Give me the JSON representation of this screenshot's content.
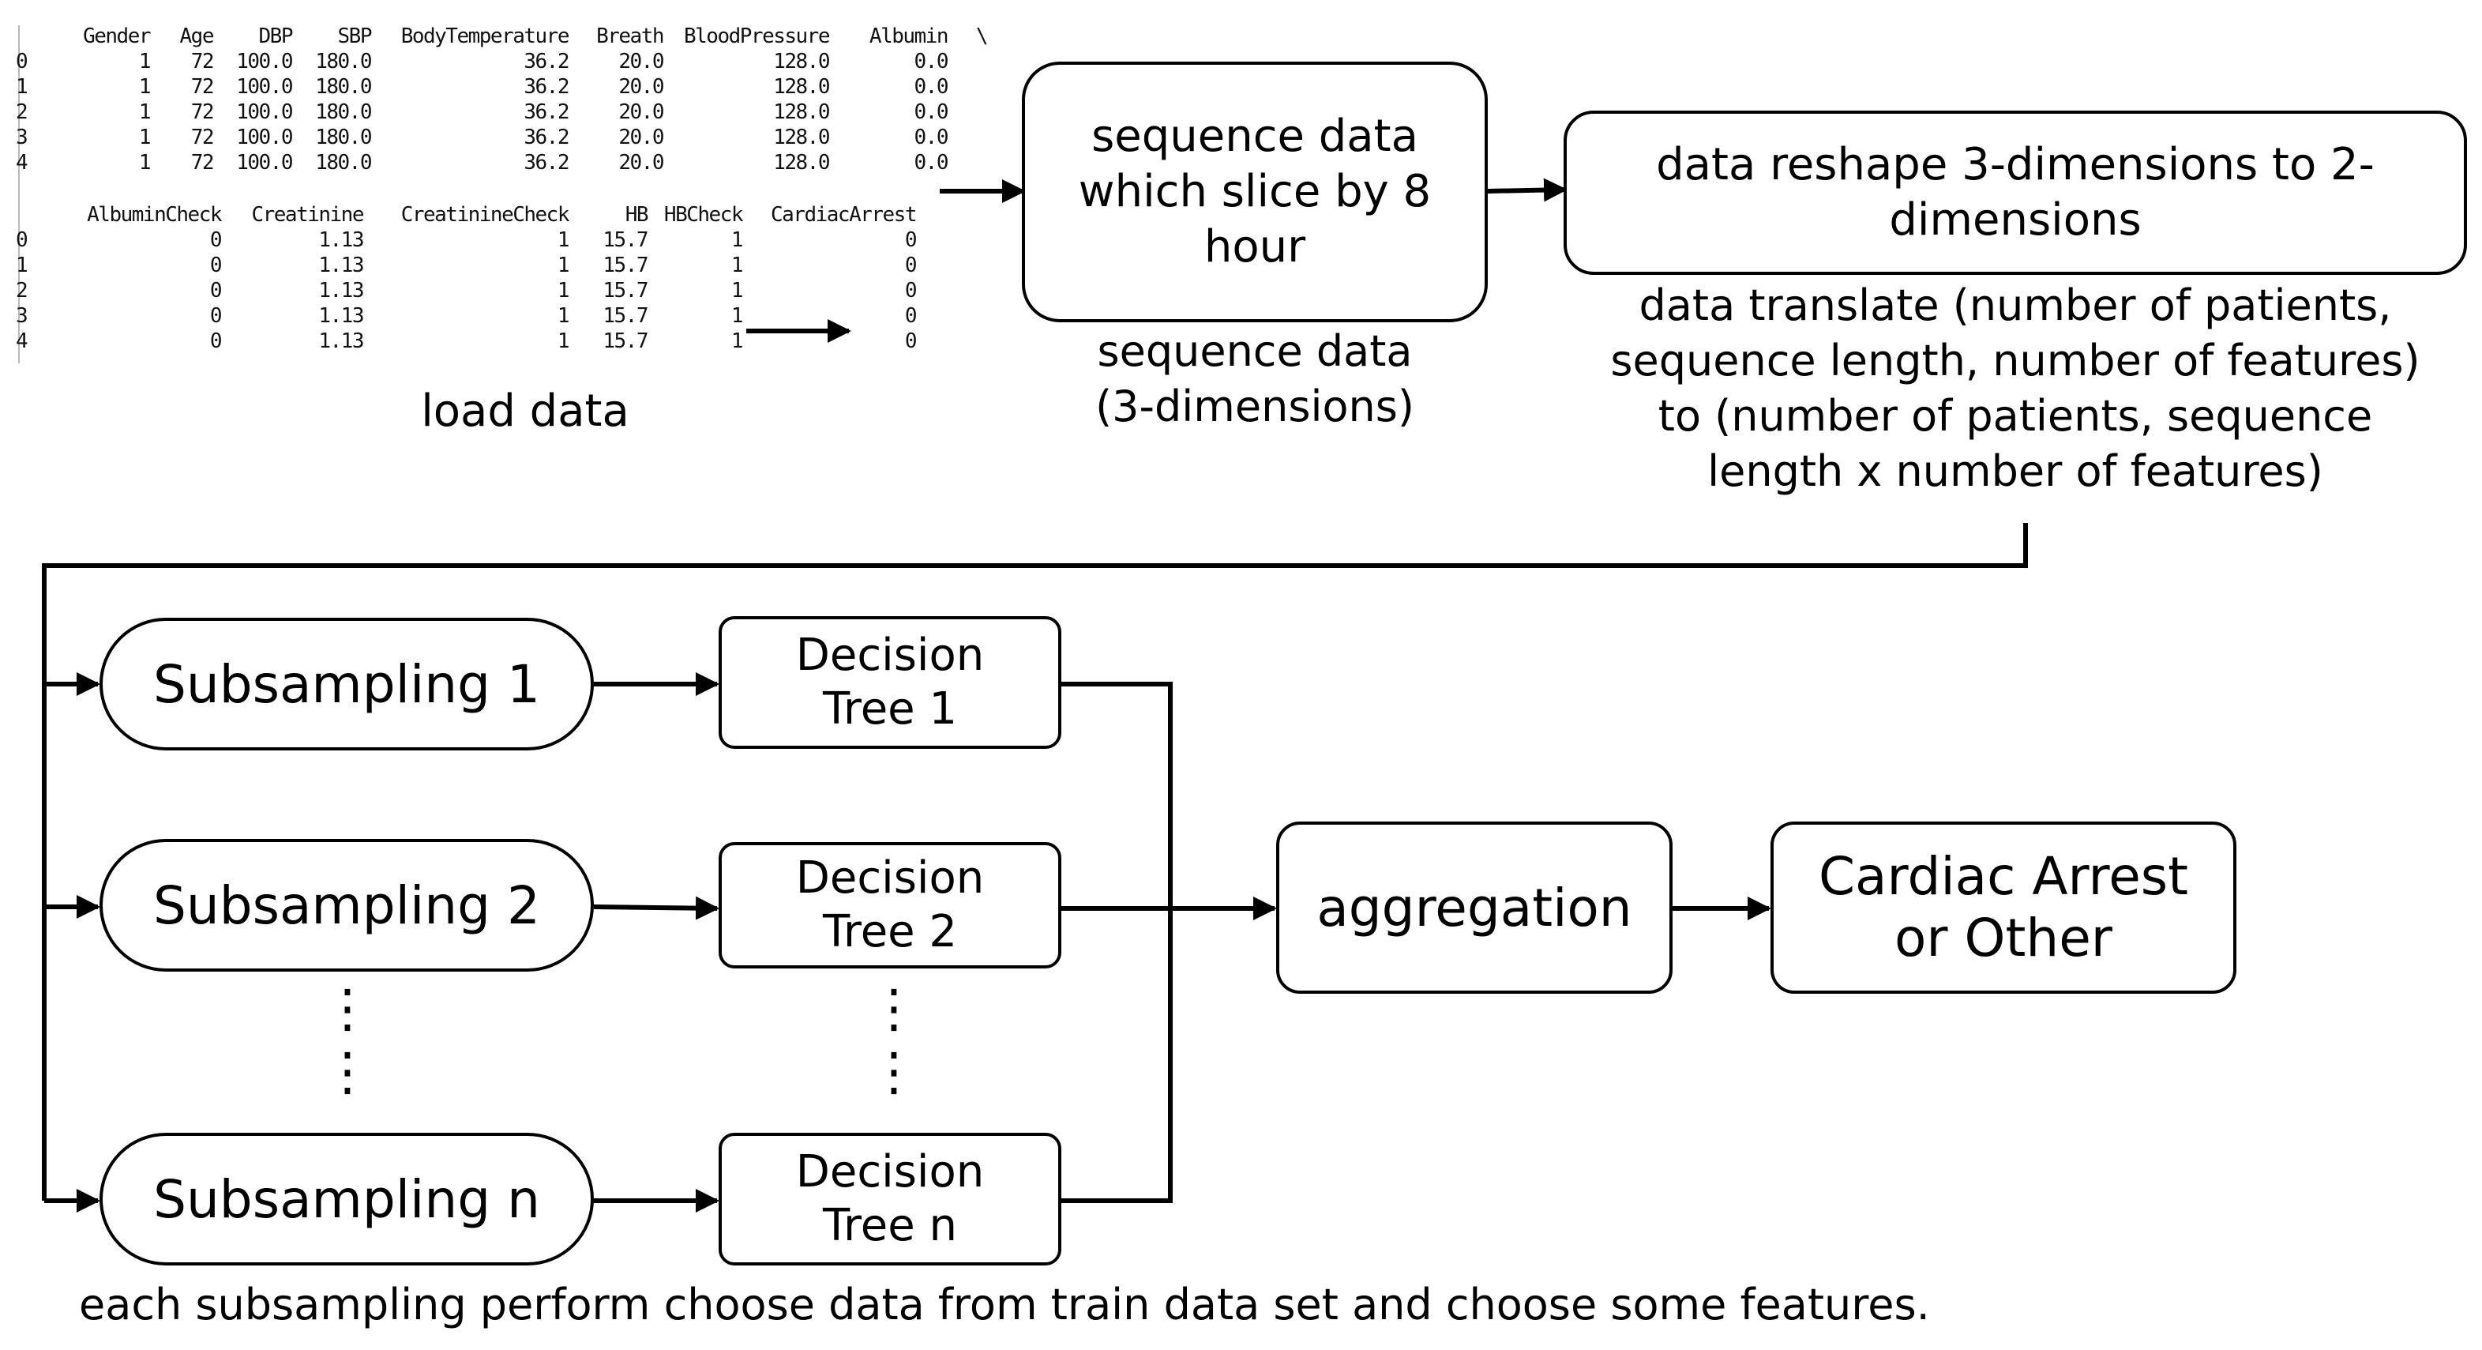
{
  "table1": {
    "columns": [
      "",
      "Gender",
      "Age",
      "DBP",
      "SBP",
      "BodyTemperature",
      "Breath",
      "BloodPressure",
      "Albumin",
      "\\"
    ],
    "rows": [
      [
        "0",
        "1",
        "72",
        "100.0",
        "180.0",
        "36.2",
        "20.0",
        "128.0",
        "0.0",
        ""
      ],
      [
        "1",
        "1",
        "72",
        "100.0",
        "180.0",
        "36.2",
        "20.0",
        "128.0",
        "0.0",
        ""
      ],
      [
        "2",
        "1",
        "72",
        "100.0",
        "180.0",
        "36.2",
        "20.0",
        "128.0",
        "0.0",
        ""
      ],
      [
        "3",
        "1",
        "72",
        "100.0",
        "180.0",
        "36.2",
        "20.0",
        "128.0",
        "0.0",
        ""
      ],
      [
        "4",
        "1",
        "72",
        "100.0",
        "180.0",
        "36.2",
        "20.0",
        "128.0",
        "0.0",
        ""
      ]
    ]
  },
  "table2": {
    "columns": [
      "",
      "AlbuminCheck",
      "Creatinine",
      "CreatinineCheck",
      "HB",
      "HBCheck",
      "CardiacArrest"
    ],
    "rows": [
      [
        "0",
        "0",
        "1.13",
        "1",
        "15.7",
        "1",
        "0"
      ],
      [
        "1",
        "0",
        "1.13",
        "1",
        "15.7",
        "1",
        "0"
      ],
      [
        "2",
        "0",
        "1.13",
        "1",
        "15.7",
        "1",
        "0"
      ],
      [
        "3",
        "0",
        "1.13",
        "1",
        "15.7",
        "1",
        "0"
      ],
      [
        "4",
        "0",
        "1.13",
        "1",
        "15.7",
        "1",
        "0"
      ]
    ]
  },
  "labels": {
    "load_data": "load data",
    "sequence_caption": "sequence data\n(3-dimensions)",
    "reshape_caption": "data translate (number of patients,\nsequence length, number of features)\nto (number of patients, sequence\nlength x number of features)",
    "footer": "each subsampling perform choose data from train data set and choose some features."
  },
  "boxes": {
    "sequence": "sequence data\nwhich slice by 8\nhour",
    "reshape": "data reshape 3-dimensions to 2-\ndimensions",
    "subsampling_1": "Subsampling 1",
    "subsampling_2": "Subsampling 2",
    "subsampling_n": "Subsampling n",
    "tree_1": "Decision\nTree 1",
    "tree_2": "Decision\nTree 2",
    "tree_n": "Decision\nTree n",
    "aggregation": "aggregation",
    "result": "Cardiac Arrest\nor Other"
  },
  "ellipsis": "⋮"
}
